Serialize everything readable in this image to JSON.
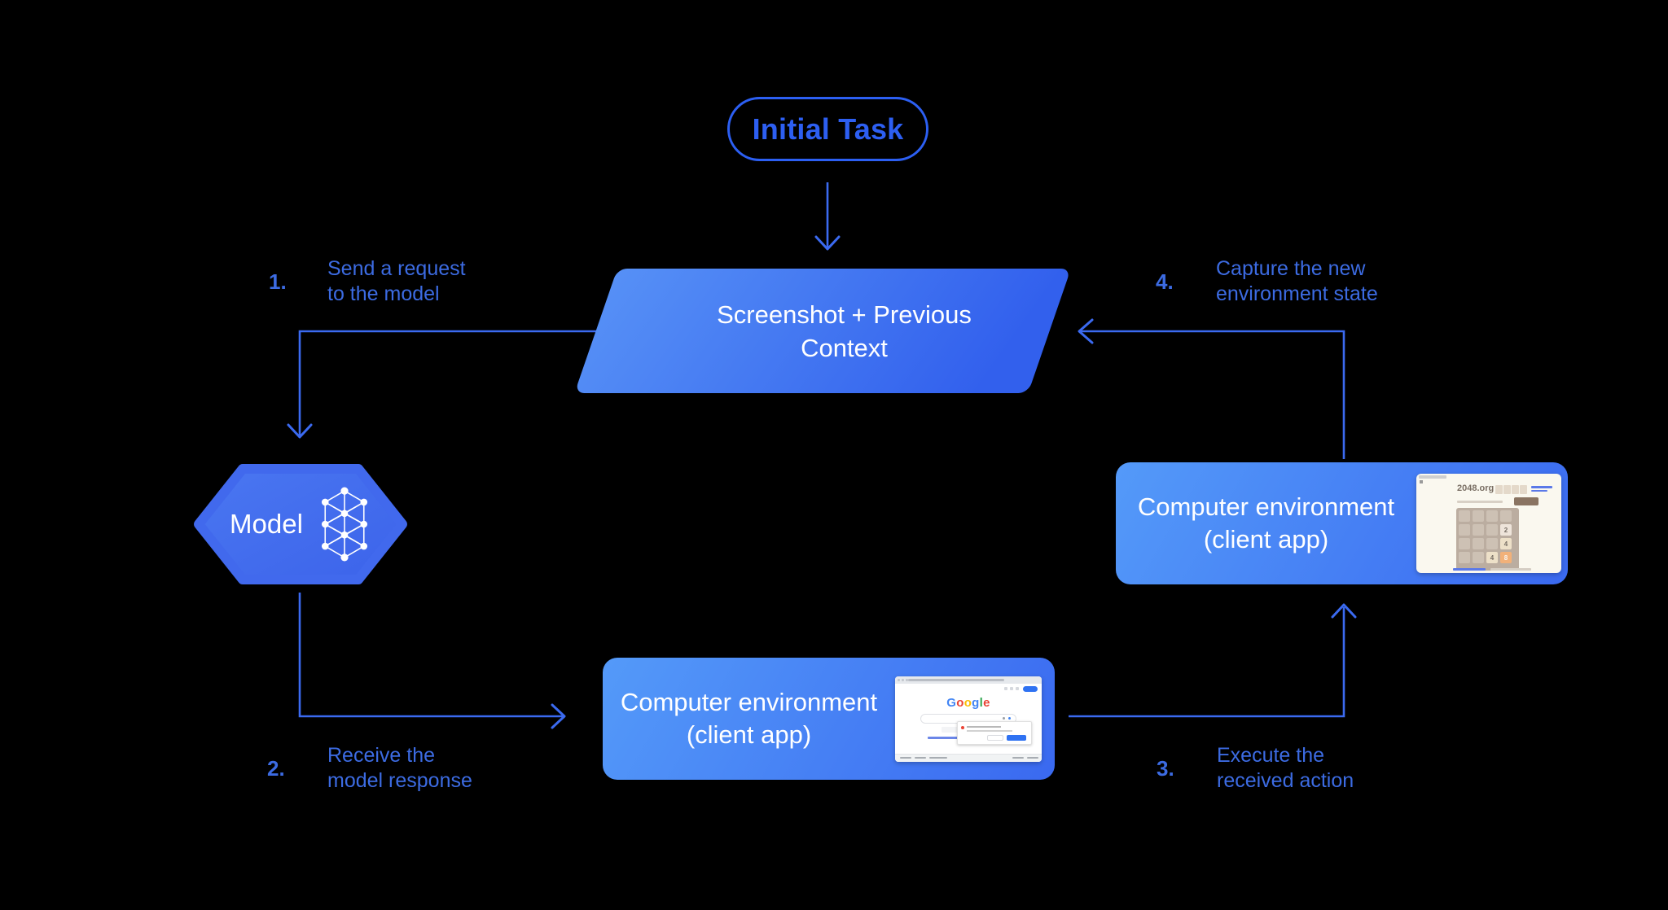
{
  "diagram": {
    "initial_task": {
      "label": "Initial Task"
    },
    "screenshot_context": {
      "line1": "Screenshot + Previous",
      "line2": "Context"
    },
    "model": {
      "label": "Model",
      "icon": "neural-network-icon"
    },
    "env_right": {
      "line1": "Computer environment",
      "line2": "(client app)"
    },
    "env_bottom": {
      "line1": "Computer environment",
      "line2": "(client app)"
    },
    "steps": [
      {
        "number": "1.",
        "line1": "Send a request",
        "line2": "to the model"
      },
      {
        "number": "2.",
        "line1": "Receive the",
        "line2": "model response"
      },
      {
        "number": "3.",
        "line1": "Execute the",
        "line2": "received action"
      },
      {
        "number": "4.",
        "line1": "Capture the new",
        "line2": "environment state"
      }
    ],
    "thumbnails": {
      "game2048": {
        "title": "2048.org",
        "tiles": {
          "r2c4": "2",
          "r3c4": "4",
          "r4c3": "4",
          "r4c4": "8"
        },
        "tile_colors": {
          "tile2": "#eee4da",
          "tile4": "#ede0c8",
          "tile8": "#f2b179"
        },
        "board_color": "#bbada0"
      },
      "google": {
        "logo": [
          {
            "ch": "G",
            "color": "#4285f4"
          },
          {
            "ch": "o",
            "color": "#ea4335"
          },
          {
            "ch": "o",
            "color": "#fbbc05"
          },
          {
            "ch": "g",
            "color": "#4285f4"
          },
          {
            "ch": "l",
            "color": "#34a853"
          },
          {
            "ch": "e",
            "color": "#ea4335"
          }
        ]
      }
    },
    "colors": {
      "background": "#000000",
      "accent_line_blue": "#3b6af0",
      "pill_blue": "#2d5ff2",
      "label_blue": "#3c6be2",
      "node_gradient_light": "#5690f6",
      "node_gradient_dark": "#3260ed",
      "hexagon_blue": "#4169ed"
    }
  }
}
